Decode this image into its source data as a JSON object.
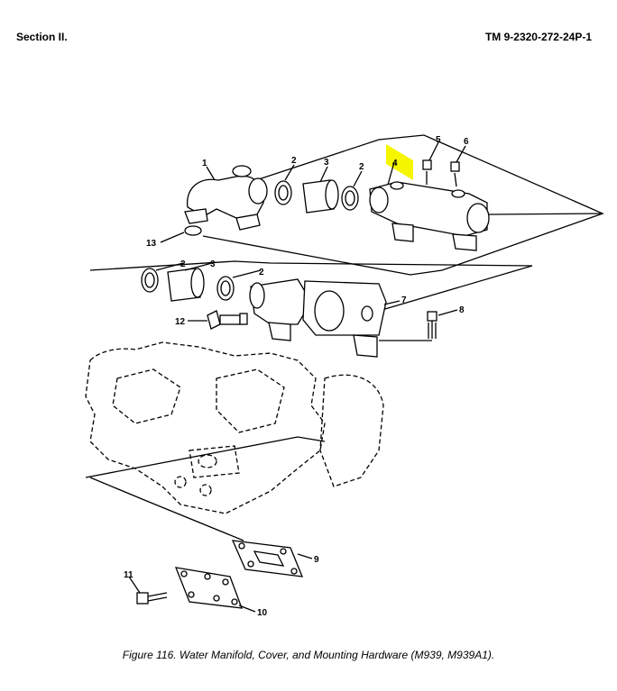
{
  "header": {
    "section": "Section II.",
    "manual": "TM 9-2320-272-24P-1"
  },
  "callouts": {
    "c1": "1",
    "c2a": "2",
    "c3a": "3",
    "c2b": "2",
    "c4": "4",
    "c5": "5",
    "c6": "6",
    "c13": "13",
    "c2c": "2",
    "c3b": "3",
    "c2d": "2",
    "c7": "7",
    "c8": "8",
    "c12": "12",
    "c9": "9",
    "c11": "11",
    "c10": "10"
  },
  "highlight_color": "#f5f500",
  "caption": "Figure 116.  Water Manifold, Cover, and Mounting Hardware (M939, M939A1)."
}
